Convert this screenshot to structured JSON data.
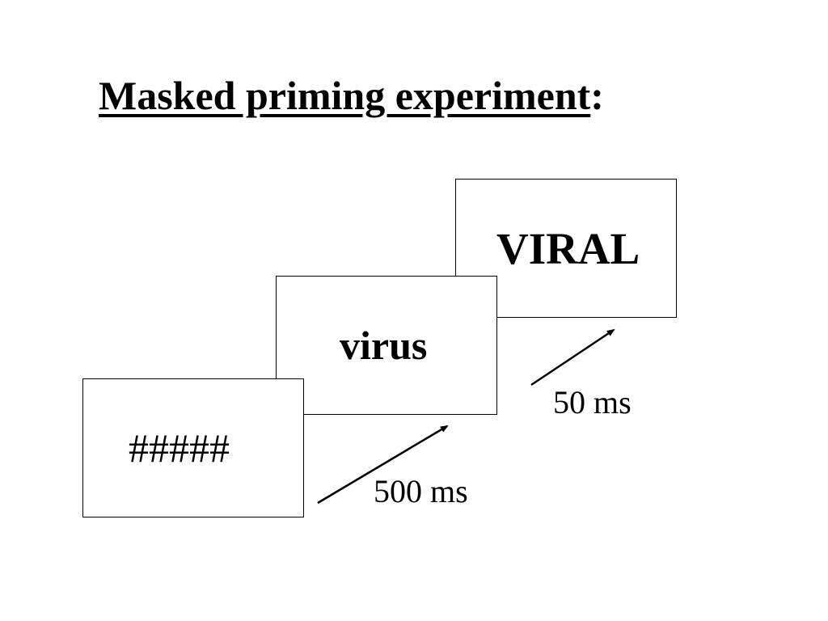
{
  "title": {
    "text": "Masked priming experiment",
    "suffix": ":"
  },
  "frames": {
    "mask": "#####",
    "prime": "virus",
    "target": "VIRAL"
  },
  "durations": {
    "mask_to_prime": "500 ms",
    "prime_to_target": "50 ms"
  },
  "colors": {
    "ink": "#000000",
    "background": "#ffffff"
  }
}
